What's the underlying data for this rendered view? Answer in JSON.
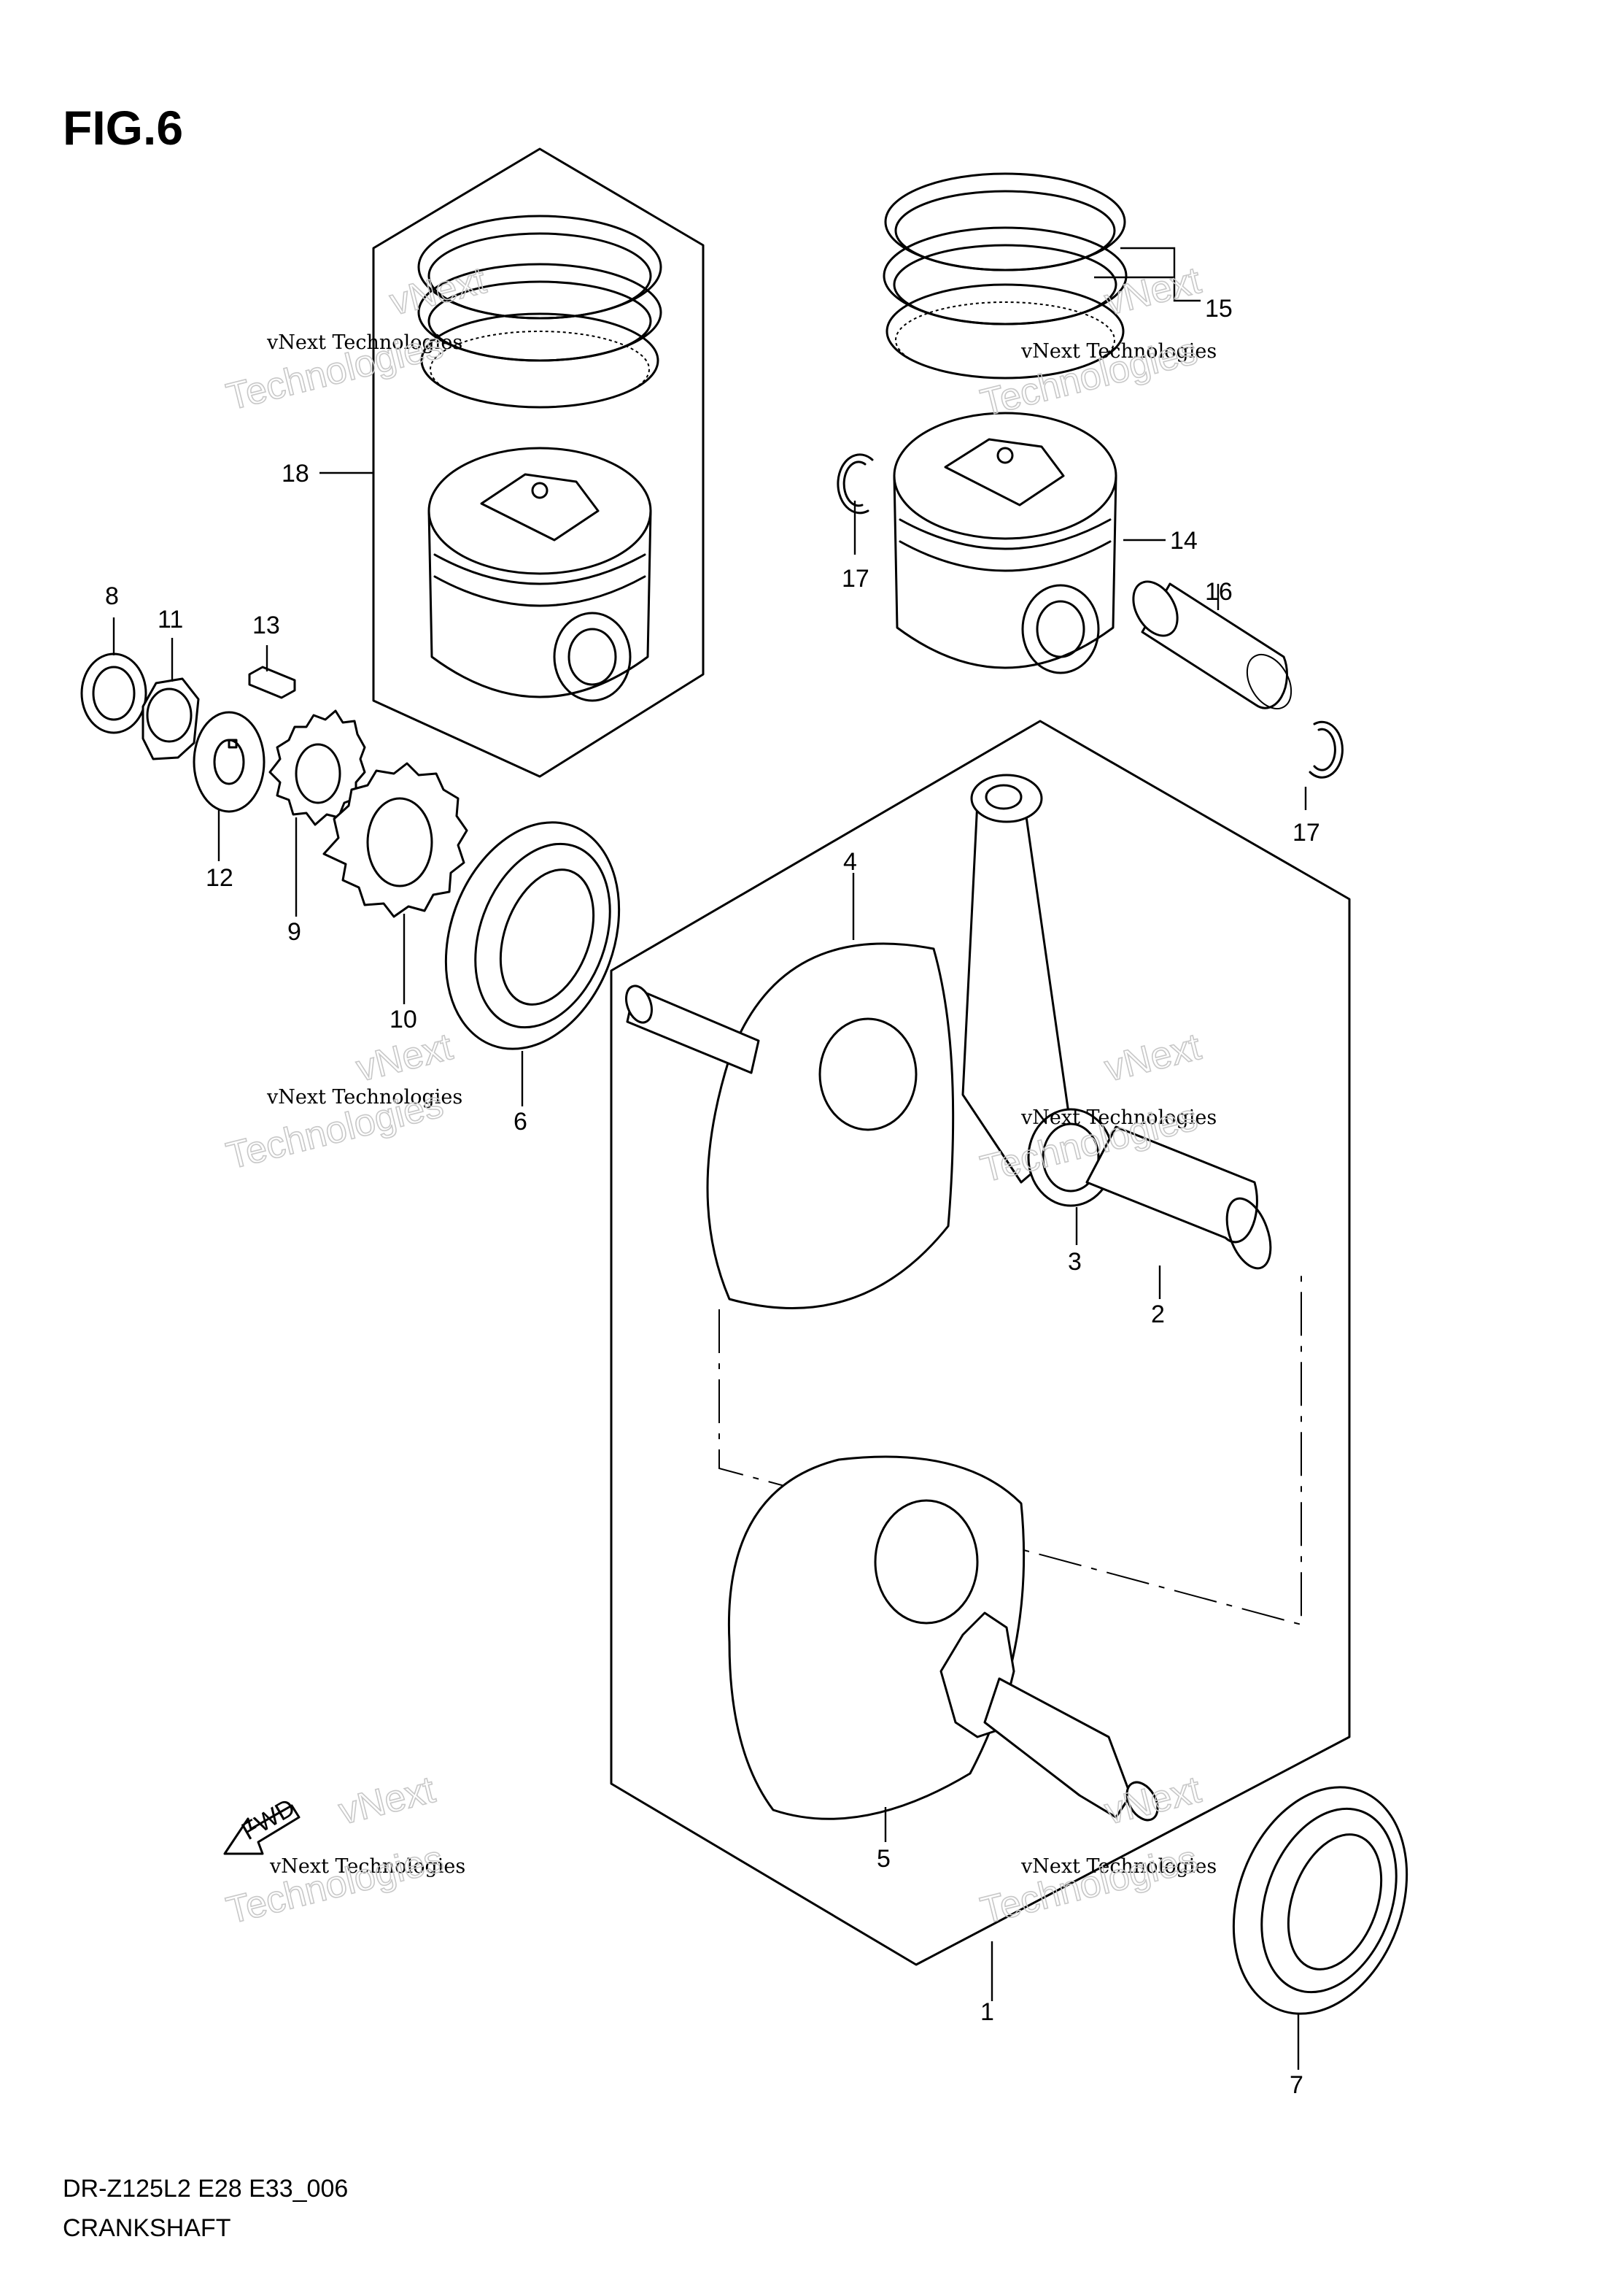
{
  "figure": {
    "title": "FIG.6"
  },
  "footer": {
    "code": "DR-Z125L2 E28 E33_006",
    "name": "CRANKSHAFT"
  },
  "fwd_label": "FWD",
  "watermark": {
    "line1": "vNext Technologies",
    "line2": "Technologies",
    "line3": "vNext"
  },
  "callouts": {
    "c1": "1",
    "c2": "2",
    "c3": "3",
    "c4": "4",
    "c5": "5",
    "c6": "6",
    "c7": "7",
    "c8": "8",
    "c9": "9",
    "c10": "10",
    "c11": "11",
    "c12": "12",
    "c13": "13",
    "c14": "14",
    "c15": "15",
    "c16": "16",
    "c17a": "17",
    "c17b": "17",
    "c18": "18"
  }
}
